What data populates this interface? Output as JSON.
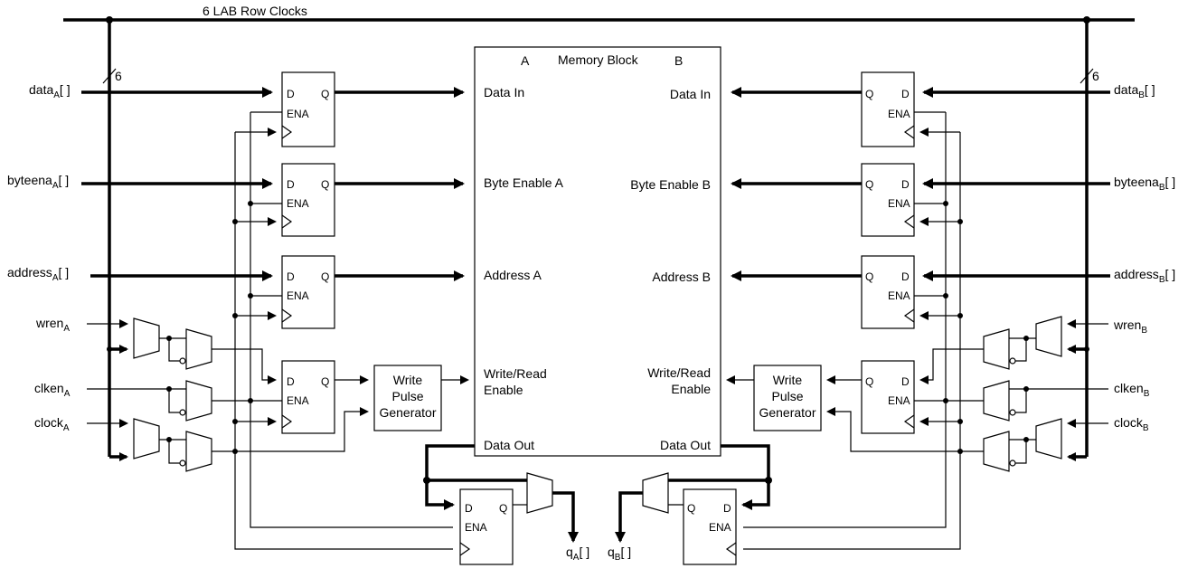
{
  "top_bus": {
    "label": "6 LAB Row Clocks",
    "bus_width": "6"
  },
  "memory_block": {
    "title": "Memory Block",
    "port_a": "A",
    "port_b": "B",
    "port_a_labels": {
      "data_in": "Data In",
      "byte_enable": "Byte Enable A",
      "address": "Address A",
      "write_read_1": "Write/Read",
      "write_read_2": "Enable",
      "data_out": "Data Out"
    },
    "port_b_labels": {
      "data_in": "Data In",
      "byte_enable": "Byte Enable B",
      "address": "Address B",
      "write_read_1": "Write/Read",
      "write_read_2": "Enable",
      "data_out": "Data Out"
    }
  },
  "signals_a": {
    "data": {
      "name": "data",
      "sub": "A",
      "suffix": "[ ]"
    },
    "byteena": {
      "name": "byteena",
      "sub": "A",
      "suffix": "[ ]"
    },
    "address": {
      "name": "address",
      "sub": "A",
      "suffix": "[ ]"
    },
    "wren": {
      "name": "wren",
      "sub": "A",
      "suffix": ""
    },
    "clken": {
      "name": "clken",
      "sub": "A",
      "suffix": ""
    },
    "clock": {
      "name": "clock",
      "sub": "A",
      "suffix": ""
    },
    "q": {
      "name": "q",
      "sub": "A",
      "suffix": "[ ]"
    }
  },
  "signals_b": {
    "data": {
      "name": "data",
      "sub": "B",
      "suffix": "[ ]"
    },
    "byteena": {
      "name": "byteena",
      "sub": "B",
      "suffix": "[ ]"
    },
    "address": {
      "name": "address",
      "sub": "B",
      "suffix": "[ ]"
    },
    "wren": {
      "name": "wren",
      "sub": "B",
      "suffix": ""
    },
    "clken": {
      "name": "clken",
      "sub": "B",
      "suffix": ""
    },
    "clock": {
      "name": "clock",
      "sub": "B",
      "suffix": ""
    },
    "q": {
      "name": "q",
      "sub": "B",
      "suffix": "[ ]"
    }
  },
  "register_pins": {
    "d": "D",
    "q": "Q",
    "ena": "ENA"
  },
  "write_pulse_generator": {
    "line1": "Write",
    "line2": "Pulse",
    "line3": "Generator"
  }
}
